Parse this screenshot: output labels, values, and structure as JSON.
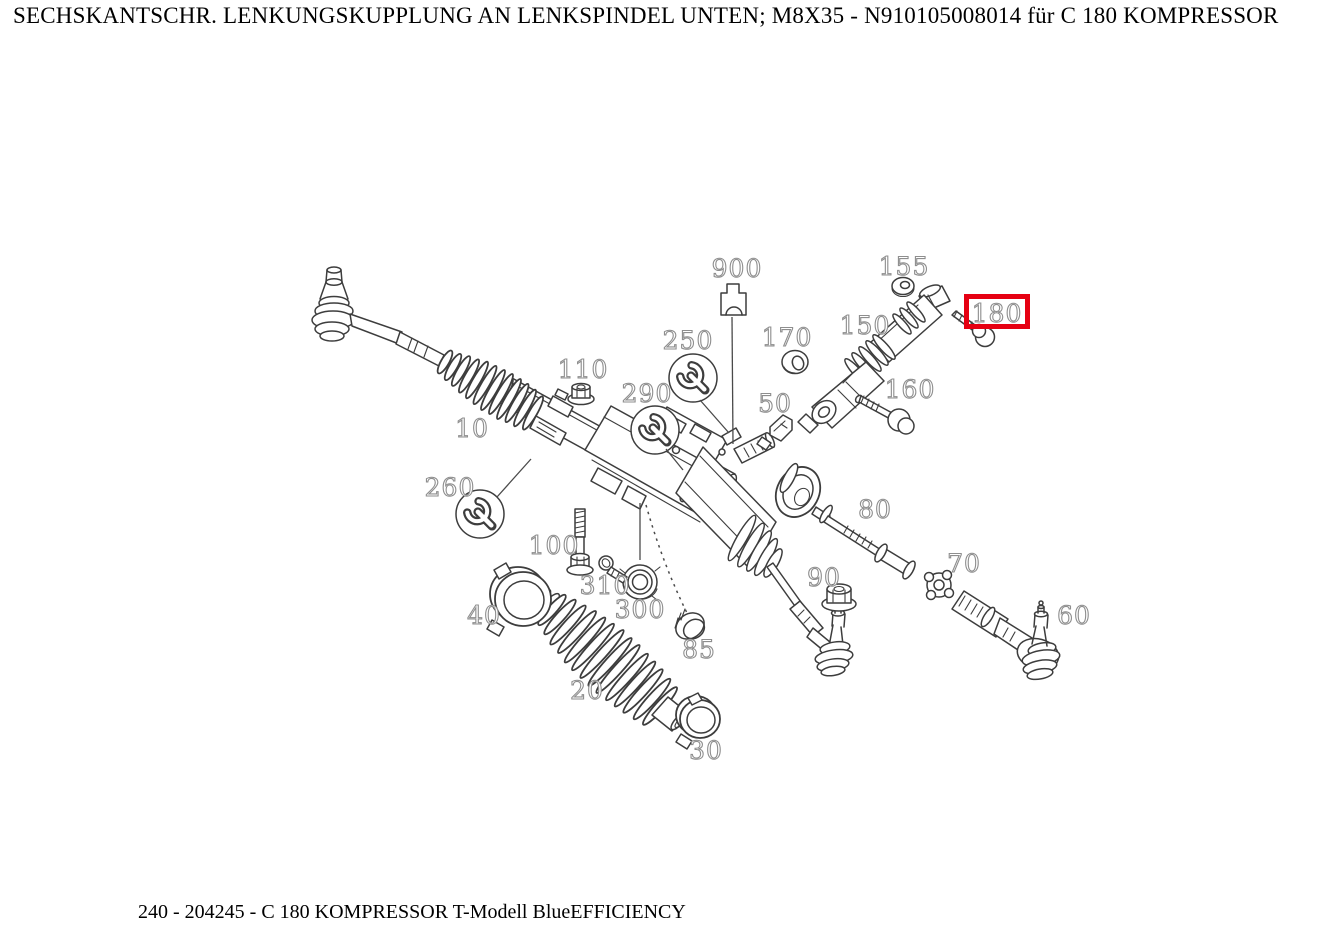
{
  "header": {
    "title": "SECHSKANTSCHR. LENKUNGSKUPPLUNG AN LENKSPINDEL UNTEN; M8X35 - N910105008014 für C 180 KOMPRESSOR"
  },
  "footer": {
    "caption": "240 - 204245 - C 180 KOMPRESSOR T-Modell BlueEFFICIENCY"
  },
  "diagram": {
    "description": "Exploded line drawing of a rack-and-pinion steering gear with numbered part callouts",
    "highlight": {
      "callout": "180",
      "box_color": "#e60012"
    },
    "style": {
      "line_color": "#3d3d3d",
      "callout_outline_color": "#8e8e8e",
      "background": "#ffffff"
    },
    "callouts": [
      {
        "label": "900"
      },
      {
        "label": "155"
      },
      {
        "label": "150"
      },
      {
        "label": "180",
        "highlighted": true
      },
      {
        "label": "170"
      },
      {
        "label": "250",
        "symbol": "wrench"
      },
      {
        "label": "110"
      },
      {
        "label": "290",
        "symbol": "wrench"
      },
      {
        "label": "50"
      },
      {
        "label": "160"
      },
      {
        "label": "10"
      },
      {
        "label": "260",
        "symbol": "wrench"
      },
      {
        "label": "100"
      },
      {
        "label": "80"
      },
      {
        "label": "310"
      },
      {
        "label": "90"
      },
      {
        "label": "300"
      },
      {
        "label": "70"
      },
      {
        "label": "40"
      },
      {
        "label": "60"
      },
      {
        "label": "85"
      },
      {
        "label": "20"
      },
      {
        "label": "30"
      }
    ]
  }
}
